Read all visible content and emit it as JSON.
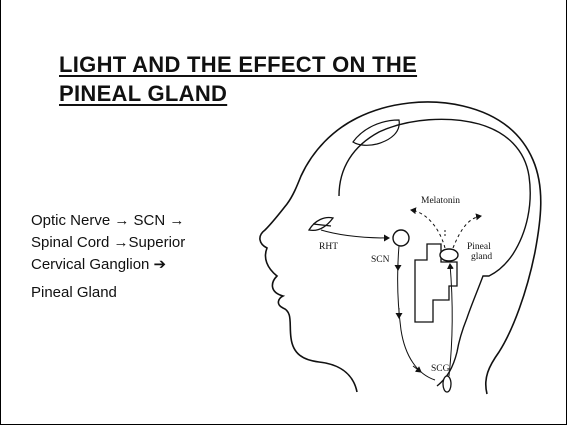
{
  "slide": {
    "title_line1": "LIGHT AND THE EFFECT ON THE",
    "title_line2": "PINEAL GLAND"
  },
  "pathway": {
    "line1": "Optic Nerve → SCN →",
    "line2": "Spinal Cord →Superior",
    "line3": "Cervical Ganglion ➔",
    "line4": "Pineal Gland"
  },
  "diagram": {
    "labels": {
      "melatonin": "Melatonin",
      "rht": "RHT",
      "scn": "SCN",
      "pineal_line1": "Pineal",
      "pineal_line2": "gland",
      "scg": "SCG"
    }
  }
}
